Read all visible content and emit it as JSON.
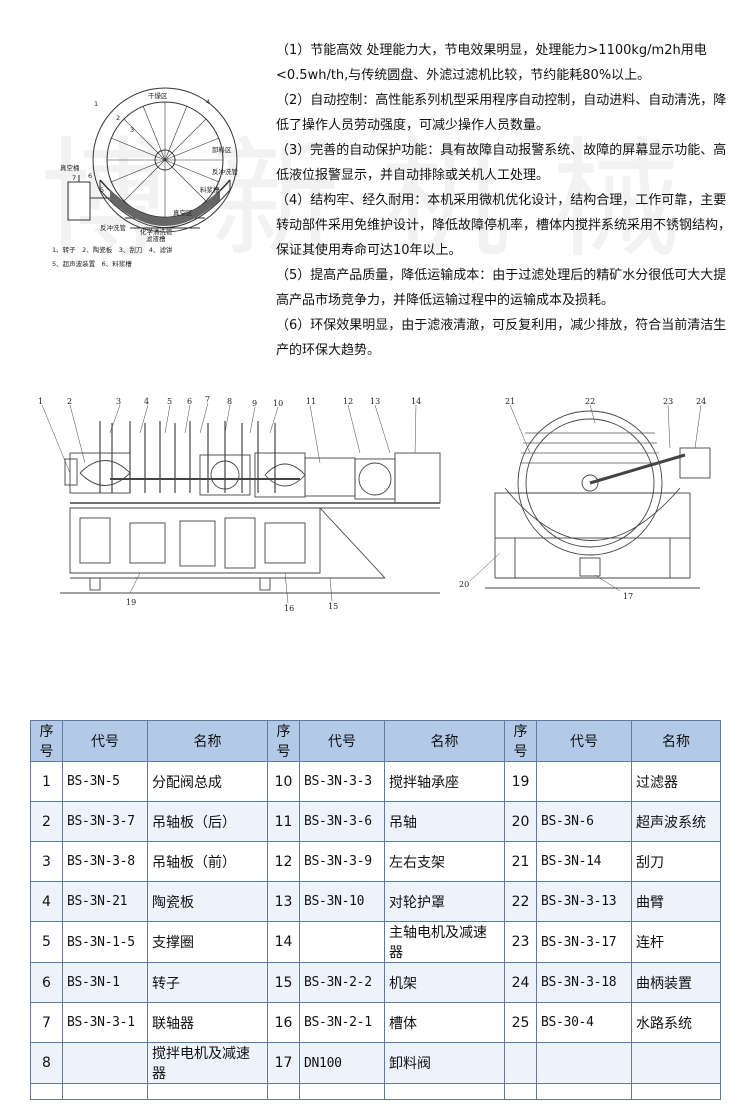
{
  "watermark": "博新机械",
  "principle": {
    "labels": {
      "dry": "干燥区",
      "unload": "卸料区",
      "backwash": "反冲洗管",
      "tank": "料浆槽",
      "vacuum": "真空区",
      "vacuum_tank": "真空桶",
      "backwash_pipe": "反冲洗管",
      "chem": "化学清洗管",
      "filtrate": "滤液槽",
      "n1": "1",
      "n2": "2",
      "n3": "3",
      "n4": "4",
      "n5": "5",
      "n6": "6",
      "n7": "7"
    },
    "legend_line1": "1、转子　2、陶瓷板　3、刮刀　4、滤饼",
    "legend_line2": "5、超声波装置　6、料浆槽"
  },
  "features": [
    "（1）节能高效 处理能力大，节电效果明显，处理能力>1100kg/m2h用电<0.5wh/th,与传统圆盘、外滤过滤机比较，节约能耗80%以上。",
    "（2）自动控制：高性能系列机型采用程序自动控制，自动进料、自动清洗，降低了操作人员劳动强度，可减少操作人员数量。",
    "（3）完善的自动保护功能：具有故障自动报警系统、故障的屏幕显示功能、高低液位报警显示，并自动排除或关机人工处理。",
    "（4）结构牢、经久耐用：本机采用微机优化设计，结构合理，工作可靠，主要转动部件采用免维护设计，降低故障停机率，槽体内搅拌系统采用不锈钢结构，保证其使用寿命可达10年以上。",
    "（5）提高产品质量，降低运输成本：由于过滤处理后的精矿水分很低可大大提高产品市场竞争力，并降低运输过程中的运输成本及损耗。",
    "（6）环保效果明显，由于滤液清澈，可反复利用，减少排放，符合当前清洁生产的环保大趋势。"
  ],
  "front_numbers": [
    "1",
    "2",
    "3",
    "4",
    "5",
    "6",
    "7",
    "8",
    "9",
    "10",
    "11",
    "12",
    "13",
    "14",
    "19",
    "16",
    "15"
  ],
  "side_numbers": [
    "21",
    "22",
    "23",
    "24",
    "20",
    "17"
  ],
  "table": {
    "headers": [
      "序号",
      "代号",
      "名称",
      "序号",
      "代号",
      "名称",
      "序号",
      "代号",
      "名称"
    ],
    "rows": [
      [
        "1",
        "BS-3N-5",
        "分配阀总成",
        "10",
        "BS-3N-3-3",
        "搅拌轴承座",
        "19",
        "",
        "过滤器"
      ],
      [
        "2",
        "BS-3N-3-7",
        "吊轴板（后）",
        "11",
        "BS-3N-3-6",
        "吊轴",
        "20",
        "BS-3N-6",
        "超声波系统"
      ],
      [
        "3",
        "BS-3N-3-8",
        "吊轴板（前）",
        "12",
        "BS-3N-3-9",
        "左右支架",
        "21",
        "BS-3N-14",
        "刮刀"
      ],
      [
        "4",
        "BS-3N-21",
        "陶瓷板",
        "13",
        "BS-3N-10",
        "对轮护罩",
        "22",
        "BS-3N-3-13",
        "曲臂"
      ],
      [
        "5",
        "BS-3N-1-5",
        "支撑圈",
        "14",
        "",
        "主轴电机及减速器",
        "23",
        "BS-3N-3-17",
        "连杆"
      ],
      [
        "6",
        "BS-3N-1",
        "转子",
        "15",
        "BS-3N-2-2",
        "机架",
        "24",
        "BS-3N-3-18",
        "曲柄装置"
      ],
      [
        "7",
        "BS-3N-3-1",
        "联轴器",
        "16",
        "BS-3N-2-1",
        "槽体",
        "25",
        "BS-30-4",
        "水路系统"
      ],
      [
        "8",
        "",
        "搅拌电机及减速器",
        "17",
        "DN100",
        "卸料阀",
        "",
        "",
        ""
      ],
      [
        "",
        "",
        "",
        "",
        "",
        "",
        "",
        "",
        ""
      ]
    ]
  }
}
